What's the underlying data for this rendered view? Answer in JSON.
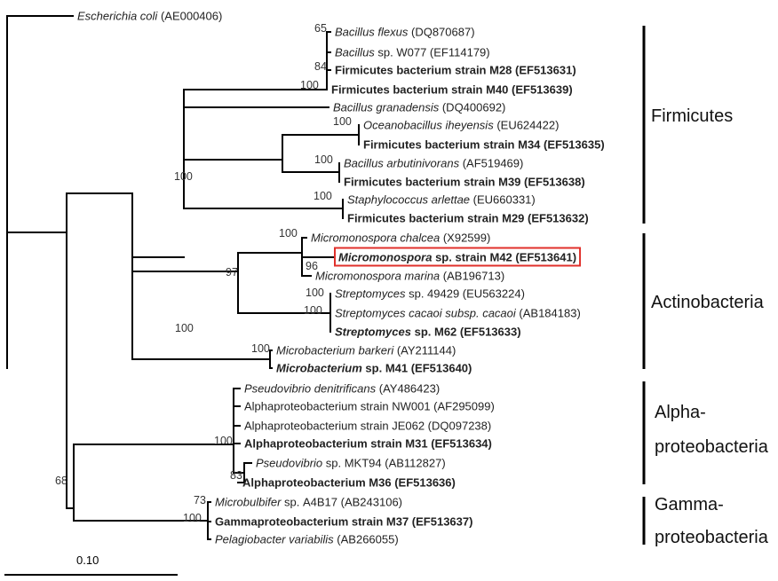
{
  "tree": {
    "leaves": [
      {
        "id": "ecoli",
        "parts": [
          {
            "t": "Escherichia coli",
            "i": true
          },
          {
            "t": " (AE000406)"
          }
        ]
      },
      {
        "id": "bflexus",
        "parts": [
          {
            "t": "Bacillus flexus",
            "i": true
          },
          {
            "t": " (DQ870687)"
          }
        ]
      },
      {
        "id": "bsp",
        "parts": [
          {
            "t": "Bacillus",
            "i": true
          },
          {
            "t": " sp. W077 (EF114179)"
          }
        ]
      },
      {
        "id": "m28",
        "bold": true,
        "parts": [
          {
            "t": "Firmicutes bacterium strain M28 (EF513631)"
          }
        ]
      },
      {
        "id": "m40",
        "bold": true,
        "parts": [
          {
            "t": "Firmicutes bacterium strain M40 (EF513639)"
          }
        ]
      },
      {
        "id": "bgran",
        "parts": [
          {
            "t": "Bacillus granadensis",
            "i": true
          },
          {
            "t": " (DQ400692)"
          }
        ]
      },
      {
        "id": "ocean",
        "parts": [
          {
            "t": "Oceanobacillus iheyensis",
            "i": true
          },
          {
            "t": " (EU624422)"
          }
        ]
      },
      {
        "id": "m34",
        "bold": true,
        "parts": [
          {
            "t": "Firmicutes bacterium strain M34 (EF513635)"
          }
        ]
      },
      {
        "id": "barb",
        "parts": [
          {
            "t": "Bacillus arbutinivorans",
            "i": true
          },
          {
            "t": " (AF519469)"
          }
        ]
      },
      {
        "id": "m39",
        "bold": true,
        "parts": [
          {
            "t": "Firmicutes bacterium strain M39 (EF513638)"
          }
        ]
      },
      {
        "id": "staph",
        "parts": [
          {
            "t": "Staphylococcus arlettae",
            "i": true
          },
          {
            "t": " (EU660331)"
          }
        ]
      },
      {
        "id": "m29",
        "bold": true,
        "parts": [
          {
            "t": "Firmicutes bacterium strain M29 (EF513632)"
          }
        ]
      },
      {
        "id": "mchal",
        "parts": [
          {
            "t": "Micromonospora chalcea",
            "i": true
          },
          {
            "t": " (X92599)"
          }
        ]
      },
      {
        "id": "m42",
        "bold": true,
        "highlight": true,
        "parts": [
          {
            "t": "Micromonospora",
            "i": true
          },
          {
            "t": " sp. strain M42 (EF513641)"
          }
        ]
      },
      {
        "id": "mmar",
        "parts": [
          {
            "t": "Micromonospora marina",
            "i": true
          },
          {
            "t": " (AB196713)"
          }
        ]
      },
      {
        "id": "strep1",
        "parts": [
          {
            "t": "Streptomyces",
            "i": true
          },
          {
            "t": " sp. 49429 (EU563224)"
          }
        ]
      },
      {
        "id": "strep2",
        "parts": [
          {
            "t": "Streptomyces cacaoi subsp. cacaoi",
            "i": true
          },
          {
            "t": " (AB184183)"
          }
        ]
      },
      {
        "id": "m62",
        "bold": true,
        "parts": [
          {
            "t": "Streptomyces",
            "i": true
          },
          {
            "t": " sp. M62 (EF513633)"
          }
        ]
      },
      {
        "id": "mbark",
        "parts": [
          {
            "t": "Microbacterium barkeri",
            "i": true
          },
          {
            "t": " (AY211144)"
          }
        ]
      },
      {
        "id": "m41",
        "bold": true,
        "parts": [
          {
            "t": "Microbacterium",
            "i": true
          },
          {
            "t": " sp. M41 (EF513640)"
          }
        ]
      },
      {
        "id": "pdenit",
        "parts": [
          {
            "t": "Pseudovibrio denitrificans",
            "i": true
          },
          {
            "t": " (AY486423)"
          }
        ]
      },
      {
        "id": "nw001",
        "parts": [
          {
            "t": "Alphaproteobacterium strain NW001 (AF295099)"
          }
        ]
      },
      {
        "id": "je062",
        "parts": [
          {
            "t": "Alphaproteobacterium strain JE062 (DQ097238)"
          }
        ]
      },
      {
        "id": "m31",
        "bold": true,
        "parts": [
          {
            "t": "Alphaproteobacterium strain M31 (EF513634)"
          }
        ]
      },
      {
        "id": "pmkt",
        "parts": [
          {
            "t": "Pseudovibrio",
            "i": true
          },
          {
            "t": " sp. MKT94 (AB112827)"
          }
        ]
      },
      {
        "id": "m36",
        "bold": true,
        "parts": [
          {
            "t": "Alphaproteobacterium M36 (EF513636)"
          }
        ]
      },
      {
        "id": "mbul",
        "parts": [
          {
            "t": "Microbulbifer",
            "i": true
          },
          {
            "t": " sp. A4B17 (AB243106)"
          }
        ]
      },
      {
        "id": "m37",
        "bold": true,
        "parts": [
          {
            "t": "Gammaproteobacterium strain M37 (EF513637)"
          }
        ]
      },
      {
        "id": "pelag",
        "parts": [
          {
            "t": "Pelagiobacter variabilis",
            "i": true
          },
          {
            "t": " (AB266055)"
          }
        ]
      }
    ],
    "bootstrap": [
      "65",
      "84",
      "100",
      "100",
      "100",
      "100",
      "100",
      "100",
      "96",
      "100",
      "100",
      "97",
      "100",
      "100",
      "100",
      "83",
      "73",
      "100",
      "68"
    ],
    "groups": [
      {
        "id": "firmicutes",
        "lines": [
          "Firmicutes"
        ]
      },
      {
        "id": "actinobacteria",
        "lines": [
          "Actinobacteria"
        ]
      },
      {
        "id": "alpha",
        "lines": [
          "Alpha-",
          "proteobacteria"
        ]
      },
      {
        "id": "gamma",
        "lines": [
          "Gamma-",
          "proteobacteria"
        ]
      }
    ],
    "scale_label": "0.10",
    "highlight_color": "#e0302b"
  }
}
